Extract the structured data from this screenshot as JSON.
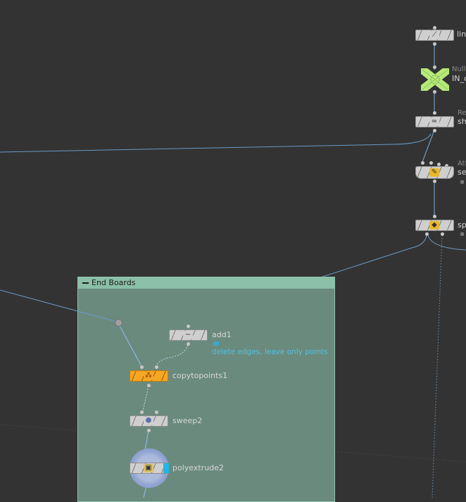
{
  "network_box": {
    "title": "End Boards"
  },
  "nodes": {
    "line": {
      "name": "lin",
      "icon": "ruler-icon"
    },
    "null": {
      "type": "Null",
      "name": "IN_c",
      "icon": "null-cross-icon"
    },
    "resample": {
      "type": "Re",
      "name": "sh",
      "icon": "wave-icon"
    },
    "attr": {
      "type": "Att",
      "name": "se",
      "icon": "attribute-icon"
    },
    "split": {
      "name": "sp",
      "icon": "split-icon"
    },
    "add1": {
      "name": "add1",
      "comment": "delete edges, leave only points",
      "icon": "tilde-icon"
    },
    "copytopoints1": {
      "name": "copytopoints1",
      "icon": "copy-icon"
    },
    "sweep2": {
      "name": "sweep2",
      "icon": "sweep-icon"
    },
    "polyextrude2": {
      "name": "polyextrude2",
      "icon": "polyextrude-icon"
    }
  },
  "colors": {
    "background": "#333333",
    "wire": "#6b9ac4",
    "network_box": "#6a8a7e",
    "network_box_header": "#8bbfa7",
    "null_node": "#b6ea7a",
    "selected_node": "#f5a623",
    "comment": "#4fc3e0",
    "display_flag": "#22b6e6"
  }
}
